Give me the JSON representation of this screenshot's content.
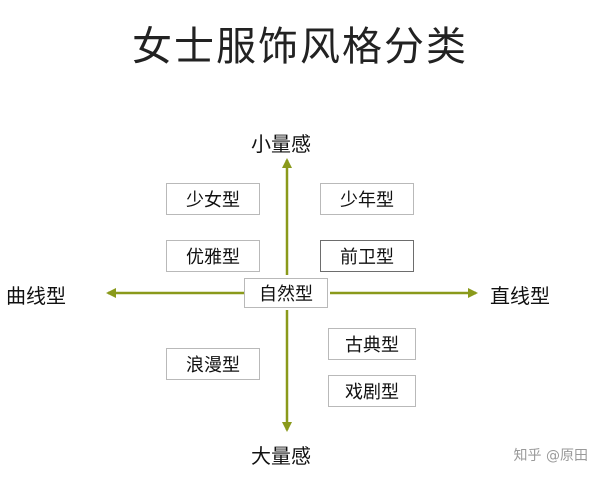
{
  "title": "女士服饰风格分类",
  "axes": {
    "top": "小量感",
    "bottom": "大量感",
    "left": "曲线型",
    "right": "直线型",
    "center": "自然型",
    "arrow_color": "#8a9a1b"
  },
  "styles": {
    "shaonv": "少女型",
    "shaonian": "少年型",
    "youya": "优雅型",
    "qianwei": "前卫型",
    "gudian": "古典型",
    "langman": "浪漫型",
    "xiju": "戏剧型"
  },
  "watermark": "知乎 @原田"
}
